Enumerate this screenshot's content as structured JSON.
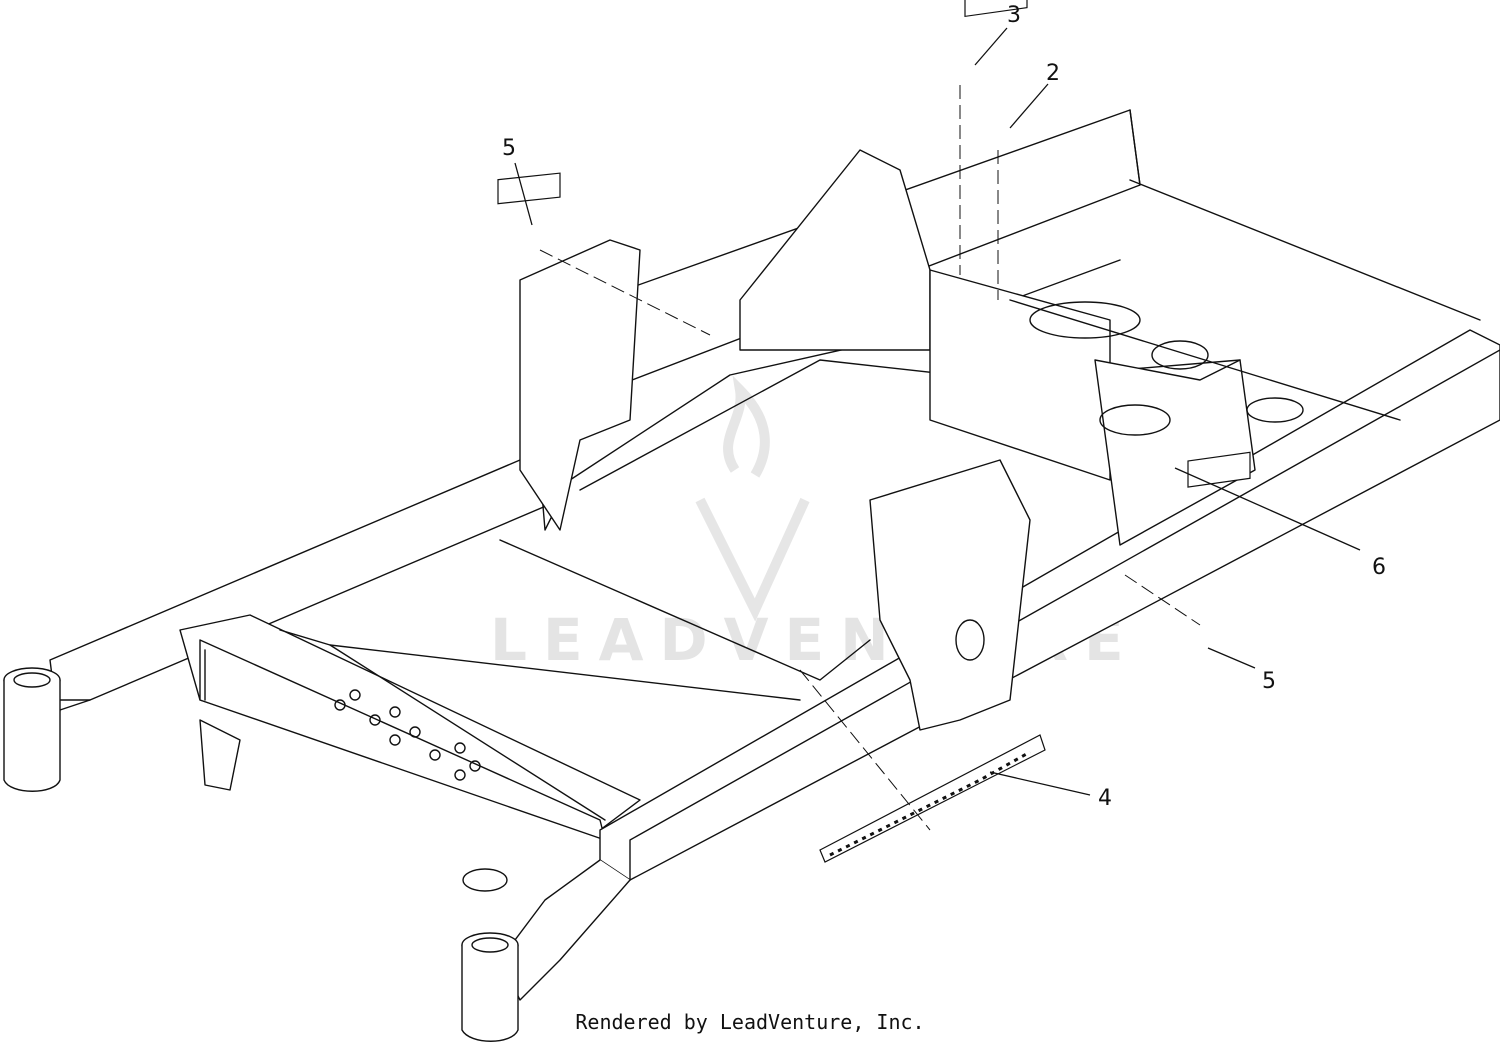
{
  "callouts": [
    {
      "label": "3"
    },
    {
      "label": "2"
    },
    {
      "label": "5"
    },
    {
      "label": "6"
    },
    {
      "label": "5"
    },
    {
      "label": "4"
    }
  ],
  "watermark": {
    "text": "LEADVENTURE"
  },
  "footer": {
    "credit": "Rendered by LeadVenture, Inc."
  }
}
